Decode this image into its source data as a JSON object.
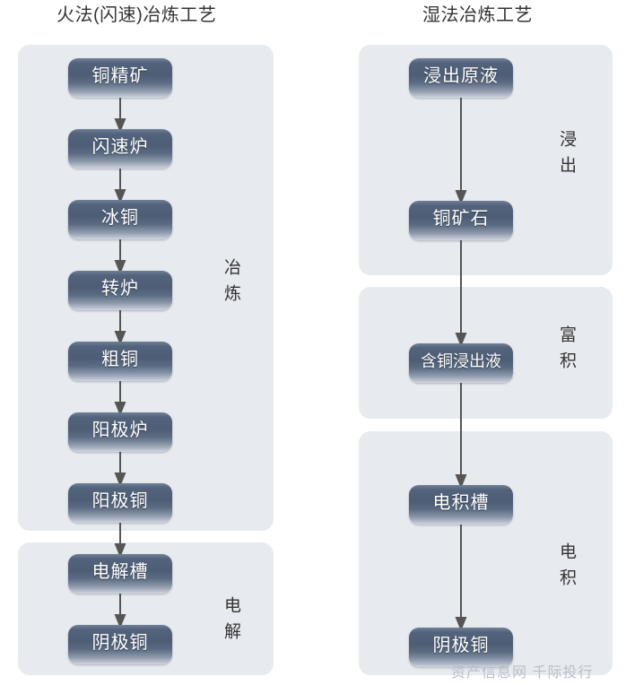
{
  "columns": {
    "left": {
      "title": "火法(闪速)冶炼工艺",
      "stages": [
        {
          "label": "冶炼"
        },
        {
          "label": "电解"
        }
      ],
      "steps": [
        {
          "label": "铜精矿"
        },
        {
          "label": "闪速炉"
        },
        {
          "label": "冰铜"
        },
        {
          "label": "转炉"
        },
        {
          "label": "粗铜"
        },
        {
          "label": "阳极炉"
        },
        {
          "label": "阳极铜"
        },
        {
          "label": "电解槽"
        },
        {
          "label": "阴极铜"
        }
      ]
    },
    "right": {
      "title": "湿法冶炼工艺",
      "stages": [
        {
          "label": "浸出"
        },
        {
          "label": "富积"
        },
        {
          "label": "电积"
        }
      ],
      "steps": [
        {
          "label": "浸出原液"
        },
        {
          "label": "铜矿石"
        },
        {
          "label": "含铜浸出液"
        },
        {
          "label": "电积槽"
        },
        {
          "label": "阴极铜"
        }
      ]
    }
  },
  "watermark": "资产信息网  千际投行",
  "colors": {
    "panel_bg": "#e7eaee",
    "box_top": "#4d5d75",
    "box_bottom": "#d3d9e2",
    "box_text": "#ffffff",
    "arrow": "#555555",
    "title_text": "#333333",
    "watermark_text": "#b9bfc8",
    "page_bg": "#ffffff"
  }
}
